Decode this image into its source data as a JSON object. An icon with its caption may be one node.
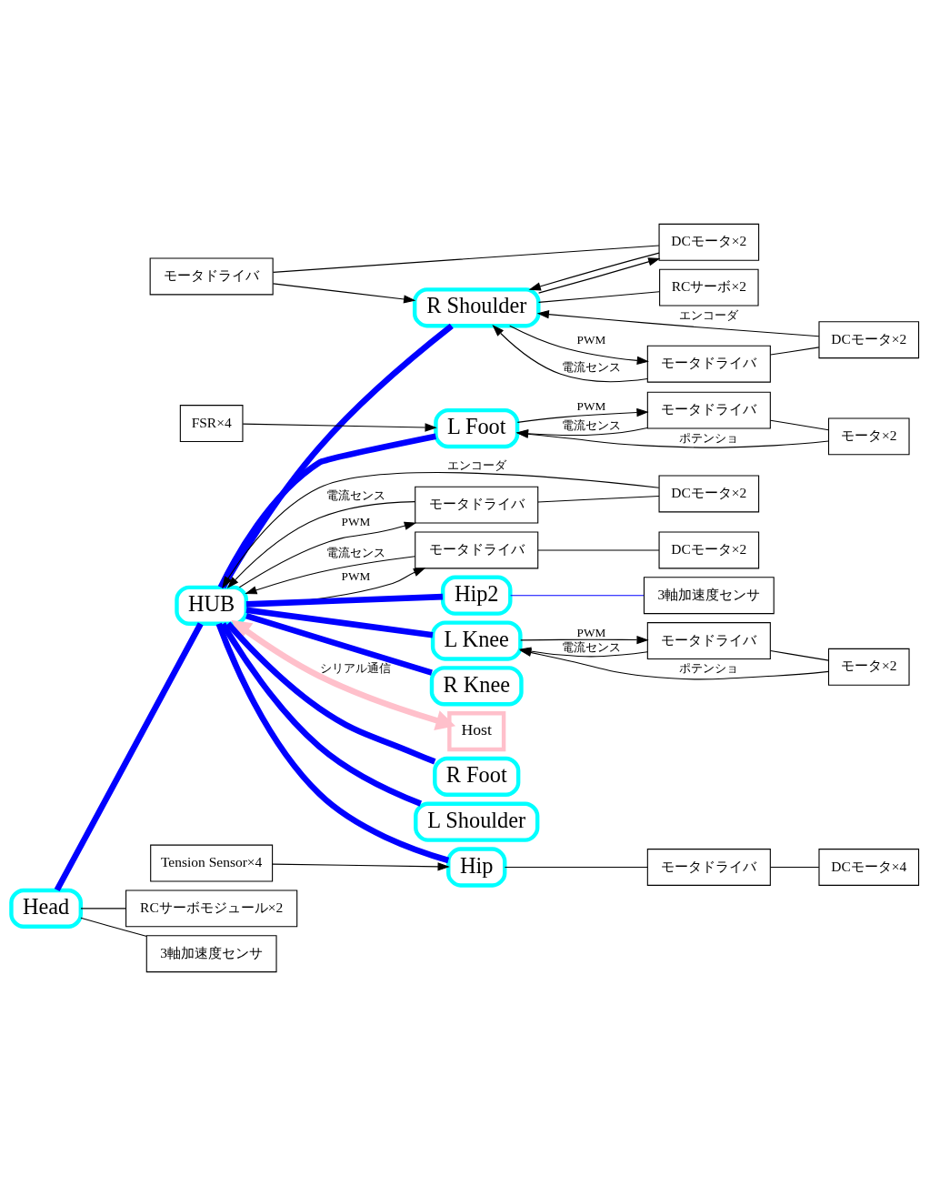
{
  "diagram": {
    "nodes": [
      {
        "text": [
          "Host"
        ]
      },
      {
        "text": [
          "Head"
        ]
      },
      {
        "text": [
          "RCサーボモジュール×2"
        ]
      },
      {
        "text": [
          "3軸加速度センサ"
        ]
      },
      {
        "text": [
          "R Shoulder"
        ]
      },
      {
        "text": [
          "HUB"
        ]
      },
      {
        "text": [
          "L Shoulder"
        ]
      },
      {
        "text": [
          "モータドライバ"
        ]
      },
      {
        "text": [
          "DCモータ×2"
        ]
      },
      {
        "text": [
          "モータドライバ"
        ]
      },
      {
        "text": [
          "DCモータ×2"
        ]
      },
      {
        "text": [
          "RCサーボ×2"
        ]
      },
      {
        "text": [
          "モータドライバ"
        ]
      },
      {
        "text": [
          "DCモータ×2"
        ]
      },
      {
        "text": [
          "モータドライバ"
        ]
      },
      {
        "text": [
          "DCモータ×2"
        ]
      },
      {
        "text": [
          "Hip"
        ]
      },
      {
        "text": [
          "モータドライバ"
        ]
      },
      {
        "text": [
          "DCモータ×4"
        ]
      },
      {
        "text": [
          "Tension Sensor×4"
        ]
      },
      {
        "text": [
          "Hip2"
        ]
      },
      {
        "text": [
          "3軸加速度センサ"
        ]
      },
      {
        "text": [
          "R Knee"
        ]
      },
      {
        "text": [
          "L Knee"
        ]
      },
      {
        "text": [
          "モータドライバ"
        ]
      },
      {
        "text": [
          "モータ×2"
        ]
      },
      {
        "text": [
          "R Foot"
        ]
      },
      {
        "text": [
          "L Foot"
        ]
      },
      {
        "text": [
          "FSR×4"
        ]
      },
      {
        "text": [
          "モータドライバ"
        ]
      },
      {
        "text": [
          "モータ×2"
        ]
      }
    ],
    "edges": [
      {
        "from": 5,
        "to": 0,
        "arrow": "both",
        "label": "シリアル通信",
        "style": "thick",
        "color": "#ffc0cb"
      },
      {
        "from": 1,
        "to": 5,
        "arrow": "none",
        "style": "thick",
        "color": "#0000ff"
      },
      {
        "from": 5,
        "to": 4,
        "arrow": "none",
        "style": "thick",
        "color": "#0000ff"
      },
      {
        "from": 5,
        "to": 6,
        "arrow": "none",
        "style": "thick",
        "color": "#0000ff"
      },
      {
        "from": 5,
        "to": 16,
        "arrow": "none",
        "style": "thick",
        "color": "#0000ff"
      },
      {
        "from": 5,
        "to": 20,
        "arrow": "none",
        "style": "thick",
        "color": "#0000ff"
      },
      {
        "from": 5,
        "to": 22,
        "arrow": "none",
        "style": "thick",
        "color": "#0000ff"
      },
      {
        "from": 5,
        "to": 23,
        "arrow": "none",
        "style": "thick",
        "color": "#0000ff"
      },
      {
        "from": 5,
        "to": 26,
        "arrow": "none",
        "style": "thick",
        "color": "#0000ff"
      },
      {
        "from": 5,
        "to": 27,
        "arrow": "none",
        "style": "thick",
        "color": "#0000ff"
      },
      {
        "from": 1,
        "to": 2,
        "arrow": "none"
      },
      {
        "from": 1,
        "to": 3,
        "arrow": "none"
      },
      {
        "from": 4,
        "to": 7,
        "arrow": "to",
        "label": "PWM"
      },
      {
        "from": 7,
        "to": 4,
        "arrow": "to",
        "label": "電流センス"
      },
      {
        "from": 7,
        "to": 8,
        "arrow": "none"
      },
      {
        "from": 8,
        "to": 4,
        "arrow": "to",
        "label": "エンコーダ"
      },
      {
        "from": 9,
        "to": 4,
        "arrow": "to"
      },
      {
        "from": 9,
        "to": 10,
        "arrow": "none"
      },
      {
        "from": 10,
        "to": 4,
        "arrow": "to"
      },
      {
        "from": 4,
        "to": 10,
        "arrow": "to"
      },
      {
        "from": 4,
        "to": 11,
        "arrow": "none"
      },
      {
        "from": 5,
        "to": 12,
        "arrow": "to",
        "label": "PWM"
      },
      {
        "from": 12,
        "to": 5,
        "arrow": "to",
        "label": "電流センス"
      },
      {
        "from": 12,
        "to": 13,
        "arrow": "none"
      },
      {
        "from": 5,
        "to": 14,
        "arrow": "to",
        "label": "PWM"
      },
      {
        "from": 14,
        "to": 5,
        "arrow": "to",
        "label": "電流センス"
      },
      {
        "from": 14,
        "to": 15,
        "arrow": "none"
      },
      {
        "from": 15,
        "to": 5,
        "arrow": "to",
        "label": "エンコーダ"
      },
      {
        "from": 16,
        "to": 17,
        "arrow": "none"
      },
      {
        "from": 17,
        "to": 18,
        "arrow": "none"
      },
      {
        "from": 19,
        "to": 16,
        "arrow": "to"
      },
      {
        "from": 20,
        "to": 21,
        "arrow": "none",
        "color": "#0000ff"
      },
      {
        "from": 23,
        "to": 24,
        "arrow": "to",
        "label": "PWM"
      },
      {
        "from": 24,
        "to": 23,
        "arrow": "to",
        "label": "電流センス"
      },
      {
        "from": 24,
        "to": 25,
        "arrow": "none"
      },
      {
        "from": 25,
        "to": 23,
        "arrow": "to",
        "label": "ポテンショ"
      },
      {
        "from": 27,
        "to": 29,
        "arrow": "to",
        "label": "PWM"
      },
      {
        "from": 29,
        "to": 27,
        "arrow": "to",
        "label": "電流センス"
      },
      {
        "from": 29,
        "to": 30,
        "arrow": "none"
      },
      {
        "from": 30,
        "to": 27,
        "arrow": "to",
        "label": "ポテンショ"
      },
      {
        "from": 28,
        "to": 27,
        "arrow": "to"
      }
    ]
  }
}
